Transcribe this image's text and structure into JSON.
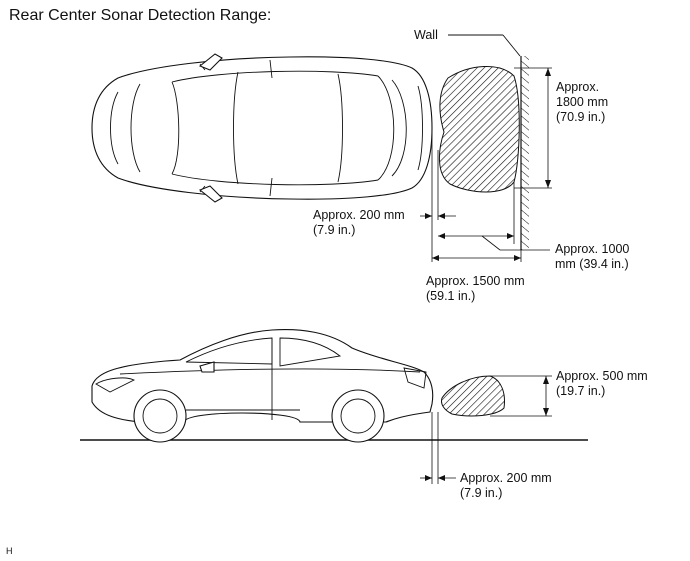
{
  "title": "Rear Center Sonar Detection Range:",
  "top_view": {
    "wall_label": "Wall",
    "width_label": [
      "Approx.",
      "1800 mm",
      "(70.9 in.)"
    ],
    "gap_label": [
      "Approx. 200 mm",
      "(7.9 in.)"
    ],
    "depth_label": [
      "Approx. 1000",
      "mm (39.4 in.)"
    ],
    "range_label": [
      "Approx. 1500 mm",
      "(59.1 in.)"
    ]
  },
  "side_view": {
    "height_label": [
      "Approx. 500 mm",
      "(19.7 in.)"
    ],
    "gap_label": [
      "Approx. 200 mm",
      "(7.9 in.)"
    ]
  },
  "corner_mark": "H"
}
